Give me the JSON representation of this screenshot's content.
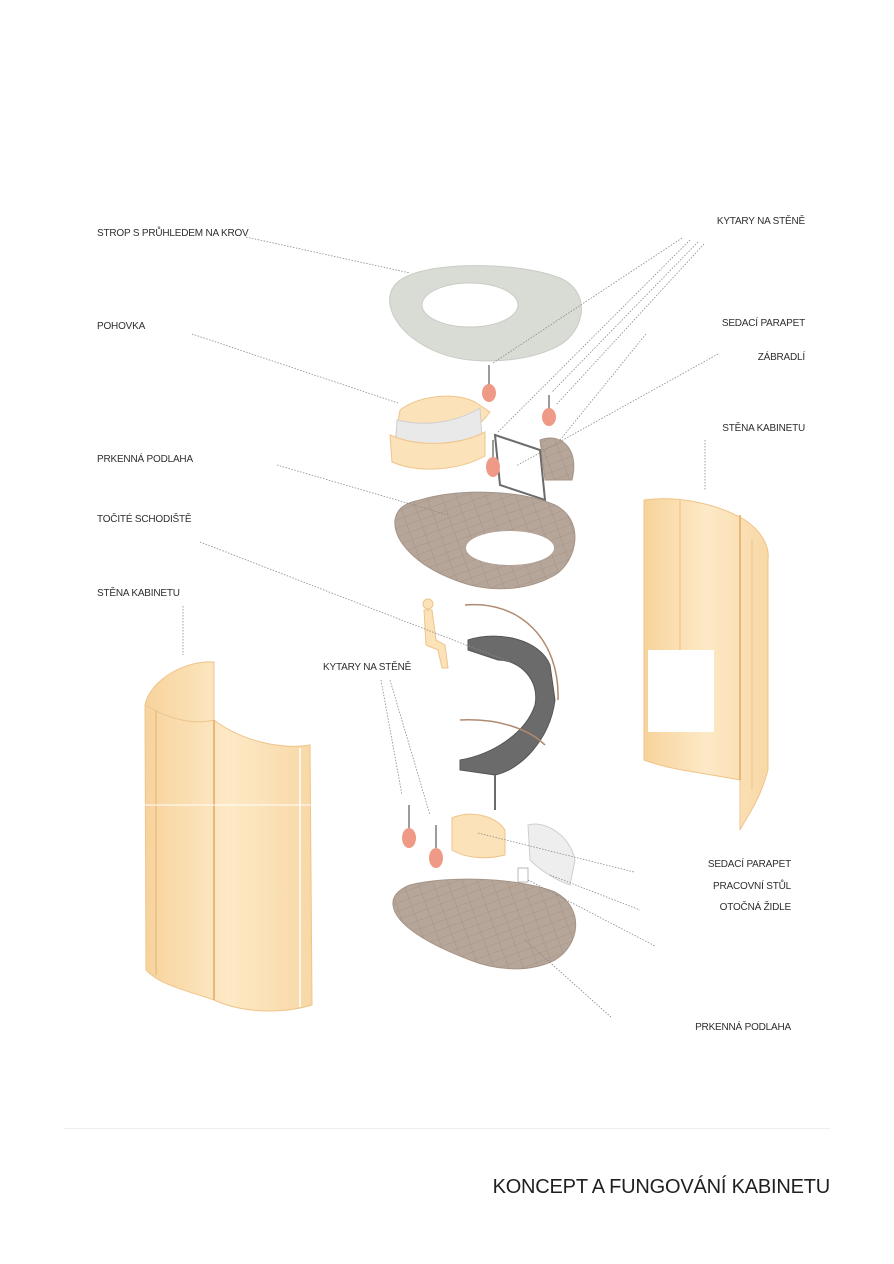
{
  "labels": {
    "ceiling": "STROP S PRŮHLEDEM NA KROV",
    "guitars_top": "KYTARY NA STĚNĚ",
    "sofa": "POHOVKA",
    "seat_parapet_top": "SEDACÍ PARAPET",
    "railing": "ZÁBRADLÍ",
    "wall_right": "STĚNA KABINETU",
    "plank_floor_top": "PRKENNÁ PODLAHA",
    "spiral_stair": "TOČITÉ SCHODIŠTĚ",
    "wall_left": "STĚNA KABINETU",
    "guitars_mid": "KYTARY NA STĚNĚ",
    "seat_parapet_bottom": "SEDACÍ PARAPET",
    "work_desk": "PRACOVNÍ STŮL",
    "swivel_chair": "OTOČNÁ ŽIDLE",
    "plank_floor_bottom": "PRKENNÁ PODLAHA"
  },
  "title": "KONCEPT A FUNGOVÁNÍ KABINETU",
  "colors": {
    "ceiling": "#d8dcd4",
    "floor": "#b6a69a",
    "wood": "#fbe2b8",
    "wood_edge": "#efc48a",
    "stair": "#6b6b6b",
    "guitar": "#ef9a86",
    "leader": "#8a8a8a"
  }
}
